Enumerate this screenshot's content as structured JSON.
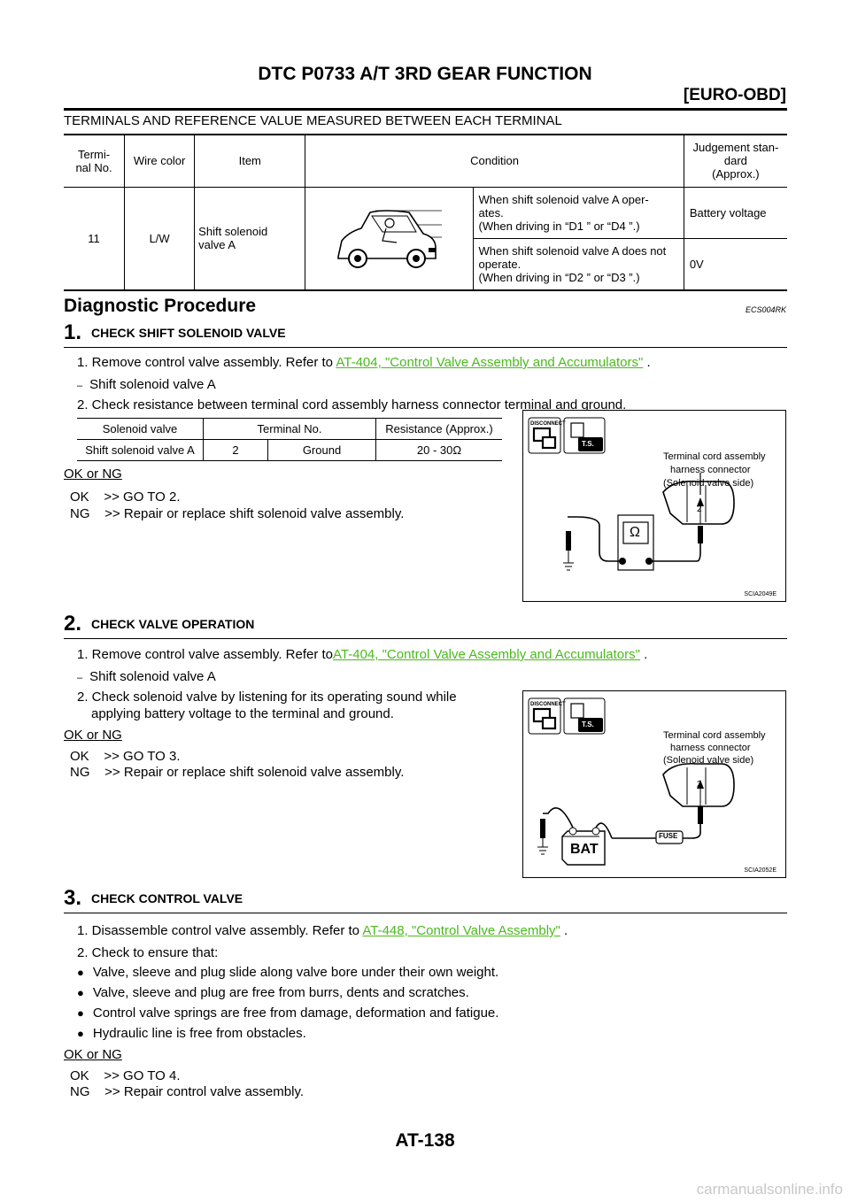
{
  "header": {
    "title": "DTC P0733 A/T 3RD GEAR FUNCTION",
    "section": "[EURO-OBD]",
    "page_number": "AT-138",
    "watermark": "carmanualsonline.info"
  },
  "terminals": {
    "caption": "TERMINALS AND REFERENCE VALUE MEASURED BETWEEN EACH TERMINAL",
    "headers": {
      "terminal": "Termi-\nnal No.",
      "wire": "Wire color",
      "item": "Item",
      "condition": "Condition",
      "judgement": "Judgement stan-\ndard\n(Approx.)"
    },
    "row": {
      "terminal": "11",
      "wire": "L/W",
      "item": "Shift solenoid\nvalve A",
      "conditions": [
        {
          "text": "When shift solenoid valve A oper-\nates.\n(When driving in “D1 ” or “D4 ”.)",
          "value": "Battery voltage"
        },
        {
          "text": "When shift solenoid valve A does not\noperate.\n(When driving in “D2 ” or “D3 ”.)",
          "value": "0V"
        }
      ]
    }
  },
  "diag": {
    "heading": "Diagnostic Procedure",
    "code": "ECS004RK"
  },
  "step1": {
    "num": "1.",
    "heading": "CHECK SHIFT SOLENOID VALVE",
    "line1_pre": "1. Remove control valve assembly. Refer to ",
    "line1_link": "AT-404, \"Control Valve Assembly and Accumulators\"",
    "line1_post": " .",
    "dash": "Shift solenoid valve A",
    "line2": "2. Check resistance between terminal cord assembly harness connector terminal and ground.",
    "table_headers": [
      "Solenoid valve",
      "Terminal No.",
      "Resistance (Approx.)"
    ],
    "table_row": [
      "Shift solenoid valve A",
      "2",
      "Ground",
      "20 - 30Ω"
    ],
    "ok_ng": "OK or NG",
    "ok": "OK    >> GO TO 2.",
    "ng": "NG    >> Repair or replace shift solenoid valve assembly.",
    "figure": {
      "disconnect": "DISCONNECT",
      "ts": "T.S.",
      "label1": "Terminal cord assembly",
      "label2": "harness connector",
      "label3": "(Solenoid valve side)",
      "pin": "2",
      "omega": "Ω",
      "code": "SCIA2049E"
    }
  },
  "step2": {
    "num": "2.",
    "heading": "CHECK VALVE OPERATION",
    "line1_pre": "1. Remove control valve assembly. Refer to",
    "line1_link": "AT-404, \"Control Valve Assembly and Accumulators\"",
    "line1_post": " .",
    "dash": "Shift solenoid valve A",
    "line2a": "2. Check solenoid valve by listening for its operating sound while",
    "line2b": "applying battery voltage to the terminal and ground.",
    "ok_ng": "OK or NG",
    "ok": "OK    >> GO TO 3.",
    "ng": "NG    >> Repair or replace shift solenoid valve assembly.",
    "figure": {
      "disconnect": "DISCONNECT",
      "ts": "T.S.",
      "label1": "Terminal cord assembly",
      "label2": "harness connector",
      "label3": "(Solenoid valve side)",
      "pin": "2",
      "fuse": "FUSE",
      "bat": "BAT",
      "code": "SCIA2052E"
    }
  },
  "step3": {
    "num": "3.",
    "heading": "CHECK CONTROL VALVE",
    "line1_pre": "1. Disassemble control valve assembly. Refer to ",
    "line1_link": "AT-448, \"Control Valve Assembly\"",
    "line1_post": " .",
    "line2": "2. Check to ensure that:",
    "bullets": [
      "Valve, sleeve and plug slide along valve bore under their own weight.",
      "Valve, sleeve and plug are free from burrs, dents and scratches.",
      "Control valve springs are free from damage, deformation and fatigue.",
      "Hydraulic line is free from obstacles."
    ],
    "ok_ng": "OK or NG",
    "ok": "OK    >> GO TO 4.",
    "ng": "NG    >> Repair control valve assembly."
  }
}
